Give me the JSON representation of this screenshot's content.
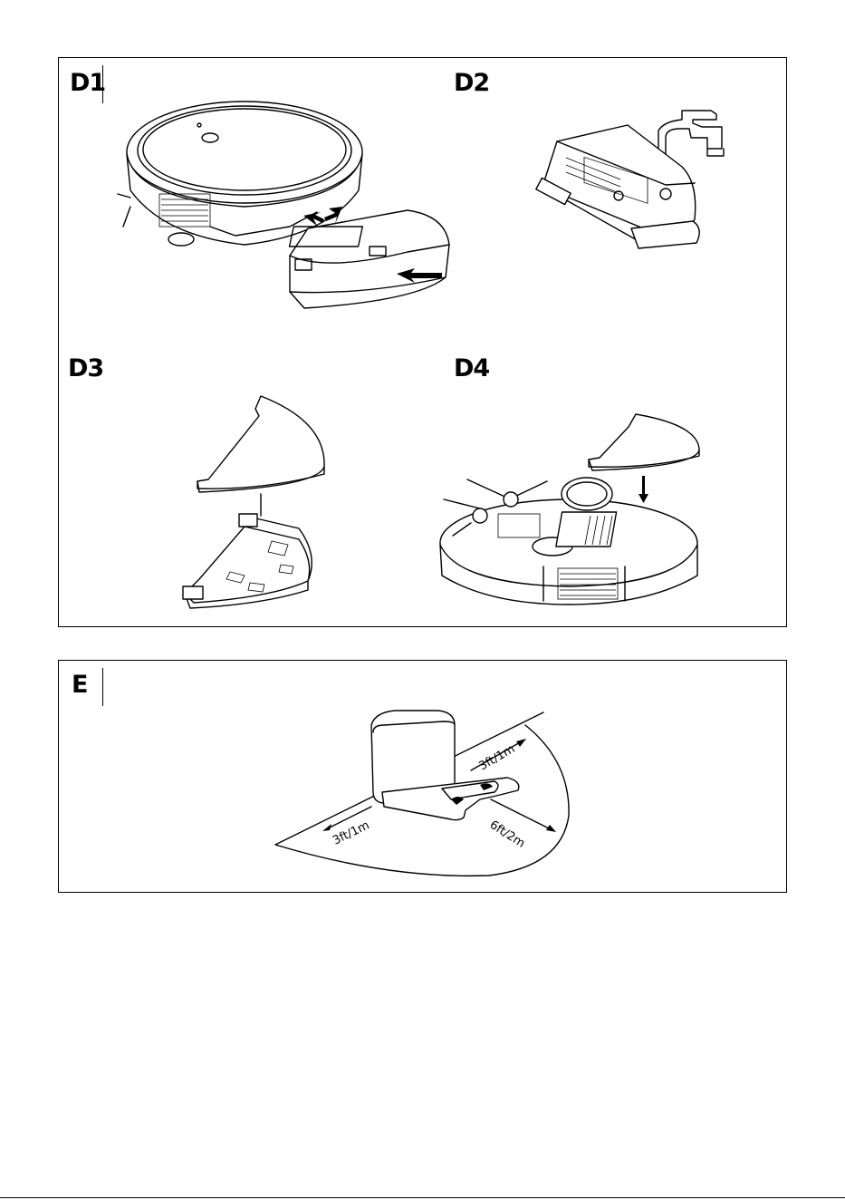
{
  "panel_d": {
    "labels": {
      "d1": "D1",
      "d2": "D2",
      "d3": "D3",
      "d4": "D4"
    }
  },
  "panel_e": {
    "label": "E",
    "measurements": {
      "left": "3ft/1m",
      "top_right": "3ft/1m",
      "front": "6ft/2m"
    }
  }
}
